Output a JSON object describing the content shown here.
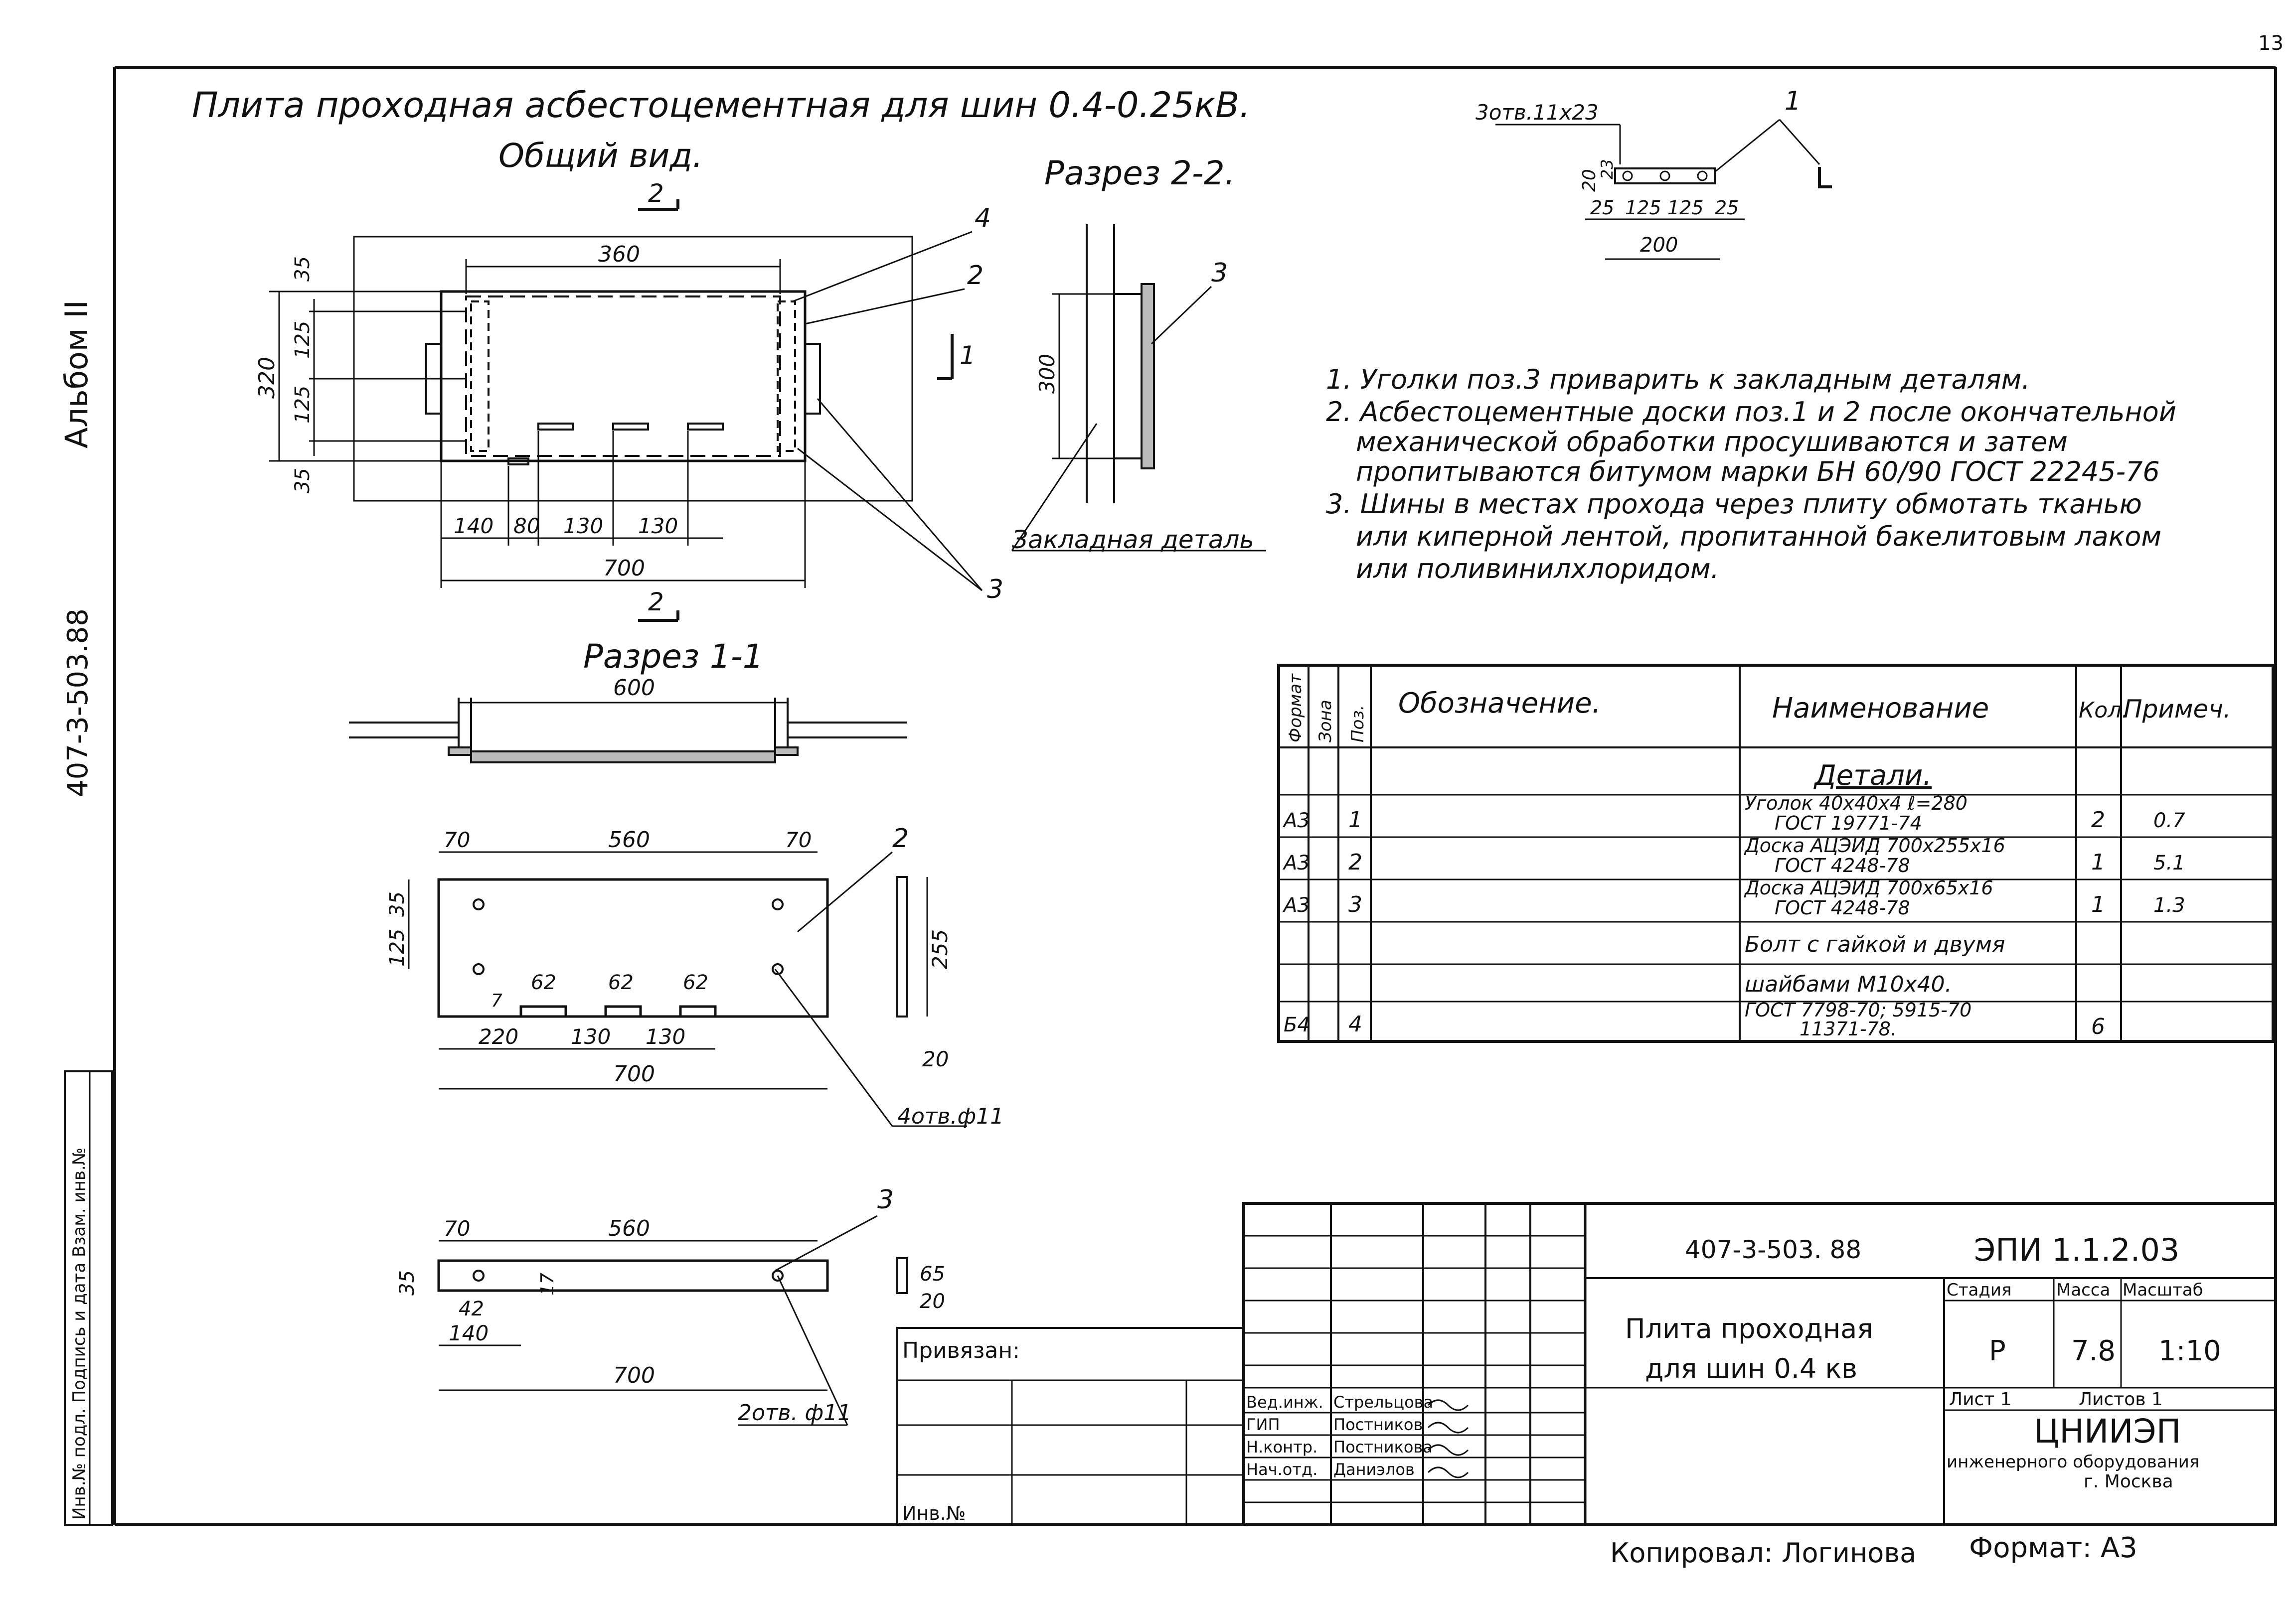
{
  "page_number": "13",
  "title": "Плита проходная асбестоцементная для шин 0.4-0.25кВ.",
  "views": {
    "general": "Общий вид.",
    "section22": "Разрез 2-2.",
    "section11": "Разрез 1-1"
  },
  "margin": {
    "album": "Альбом II",
    "code": "407-3-503.88",
    "stamp": "Инв.№ подл.   Подпись и дата   Взам. инв.№"
  },
  "plan_dims": {
    "d360": "360",
    "d320": "320",
    "d35a": "35",
    "d125a": "125",
    "d125b": "125",
    "d35b": "35",
    "d140": "140",
    "d80": "80",
    "d130a": "130",
    "d130b": "130",
    "d700": "700",
    "cut2": "2",
    "cut1": "1",
    "pos4": "4",
    "pos2": "2",
    "pos3": "3"
  },
  "section22_dims": {
    "d300": "300",
    "pos3": "3",
    "embedded": "Закладная деталь"
  },
  "section11_dims": {
    "d600": "600"
  },
  "angle_detail": {
    "holes": "3отв.11x23",
    "pos": "1",
    "d20": "20",
    "d23": "23",
    "d25a": "25",
    "d125a": "125",
    "d125b": "125",
    "d25b": "25",
    "d200": "200"
  },
  "plate2_dims": {
    "d70a": "70",
    "d560": "560",
    "d70b": "70",
    "d35": "35",
    "d125": "125",
    "d62a": "62",
    "d62b": "62",
    "d62c": "62",
    "d7": "7",
    "d220": "220",
    "d130a": "130",
    "d130b": "130",
    "d700": "700",
    "d255": "255",
    "d20": "20",
    "pos": "2",
    "holes": "4отв.ф11"
  },
  "plate3_dims": {
    "d70": "70",
    "d560": "560",
    "d35": "35",
    "d42": "42",
    "d17": "17",
    "d140": "140",
    "d700": "700",
    "d65": "65",
    "d20": "20",
    "pos": "3",
    "holes": "2отв. ф11"
  },
  "notes": [
    "1. Уголки поз.3 приварить к закладным деталям.",
    "2. Асбестоцементные доски поз.1 и 2 после окончательной",
    "механической обработки просушиваются и затем",
    "пропитываются битумом марки БН 60/90 ГОСТ 22245-76",
    "3. Шины в местах прохода через плиту обмотать тканью",
    "или киперной лентой, пропитанной бакелитовым лаком",
    "или поливинилхлоридом."
  ],
  "spec_table": {
    "headers": {
      "format": "Формат",
      "zone": "Зона",
      "pos": "Поз.",
      "designation": "Обозначение.",
      "name": "Наименование",
      "qty": "Кол.",
      "note": "Примеч."
    },
    "section": "Детали.",
    "rows": [
      {
        "format": "А3",
        "pos": "1",
        "name1": "Уголок 40х40х4  ℓ=280",
        "name2": "ГОСТ 19771-74",
        "qty": "2",
        "note": "0.7"
      },
      {
        "format": "А3",
        "pos": "2",
        "name1": "Доска АЦЭИД 700х255х16",
        "name2": "ГОСТ 4248-78",
        "qty": "1",
        "note": "5.1"
      },
      {
        "format": "А3",
        "pos": "3",
        "name1": "Доска АЦЭИД 700х65х16",
        "name2": "ГОСТ 4248-78",
        "qty": "1",
        "note": "1.3"
      },
      {
        "format": "",
        "pos": "",
        "name1": "Болт с гайкой и двумя",
        "name2": "",
        "qty": "",
        "note": ""
      },
      {
        "format": "",
        "pos": "",
        "name1": "шайбами М10х40.",
        "name2": "",
        "qty": "",
        "note": ""
      },
      {
        "format": "Б4",
        "pos": "4",
        "name1": "ГОСТ 7798-70; 5915-70",
        "name2": "11371-78.",
        "qty": "6",
        "note": ""
      }
    ]
  },
  "title_block": {
    "doc_code": "407-3-503. 88",
    "sheet_code": "ЭПИ 1.1.2.03",
    "name1": "Плита проходная",
    "name2": "для шин 0.4 кв",
    "stage_h": "Стадия",
    "mass_h": "Масса",
    "scale_h": "Масштаб",
    "stage": "Р",
    "mass": "7.8",
    "scale": "1:10",
    "sheet": "Лист 1",
    "sheets": "Листов 1",
    "org1": "ЦНИИЭП",
    "org2": "инженерного оборудования",
    "org3": "г. Москва",
    "privyazan": "Привязан:",
    "inv": "Инв.№",
    "roles": [
      "Вед.инж.",
      "ГИП",
      "Н.контр.",
      "Нач.отд."
    ],
    "names": [
      "Стрельцова",
      "Постников",
      "Постникова",
      "Даниэлов"
    ],
    "copied": "Копировал: Логинова",
    "format": "Формат: А3"
  }
}
